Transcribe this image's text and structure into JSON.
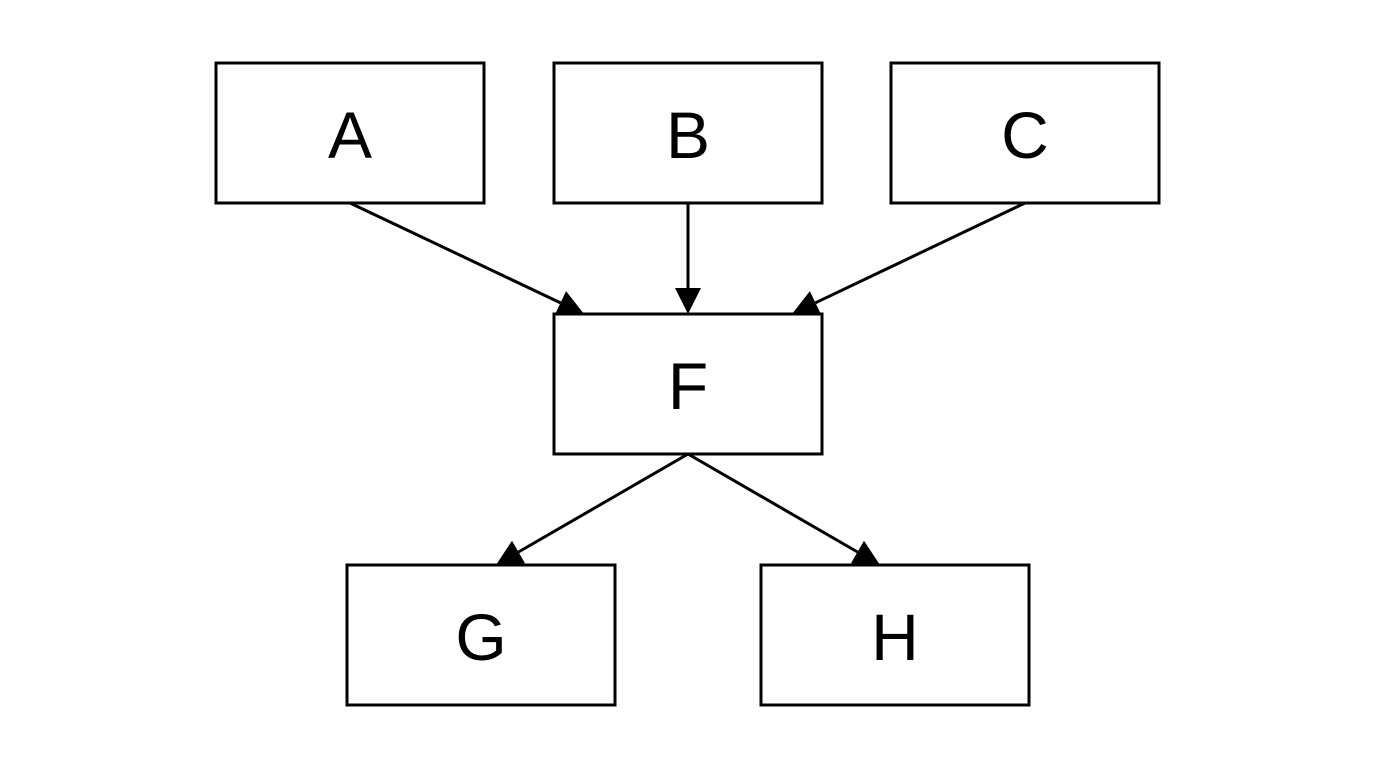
{
  "diagram": {
    "type": "flowchart",
    "nodes": [
      {
        "id": "A",
        "label": "A"
      },
      {
        "id": "B",
        "label": "B"
      },
      {
        "id": "C",
        "label": "C"
      },
      {
        "id": "F",
        "label": "F"
      },
      {
        "id": "G",
        "label": "G"
      },
      {
        "id": "H",
        "label": "H"
      }
    ],
    "edges": [
      {
        "from": "A",
        "to": "F"
      },
      {
        "from": "B",
        "to": "F"
      },
      {
        "from": "C",
        "to": "F"
      },
      {
        "from": "F",
        "to": "G"
      },
      {
        "from": "F",
        "to": "H"
      }
    ],
    "colors": {
      "stroke": "#000000",
      "fill": "#ffffff",
      "text": "#000000"
    }
  }
}
